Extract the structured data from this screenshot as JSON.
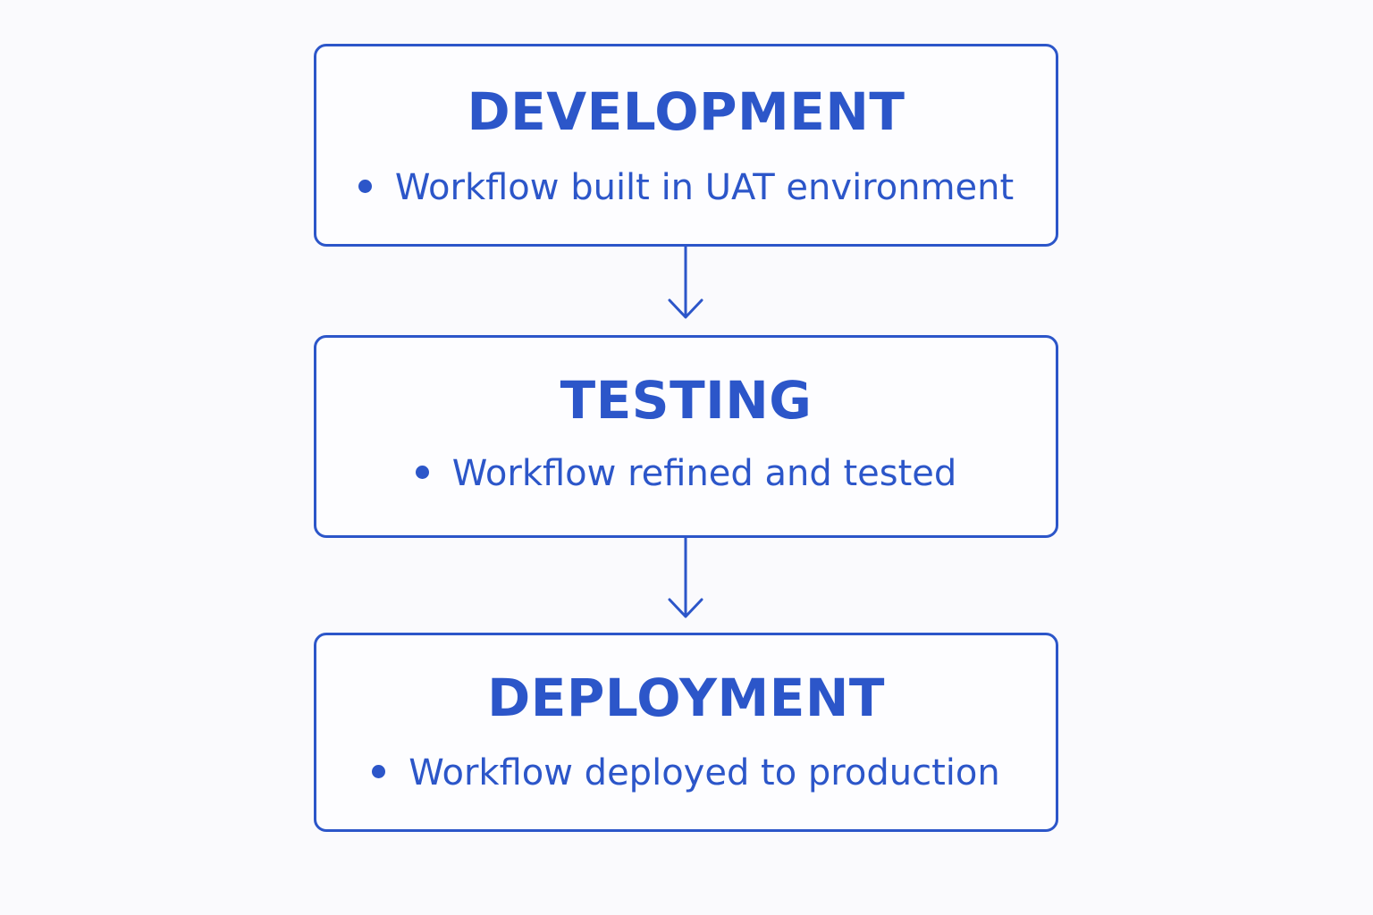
{
  "colors": {
    "accent": "#2c56c9",
    "background": "#fafafd"
  },
  "stages": [
    {
      "title": "DEVELOPMENT",
      "bullet": "Workflow built in UAT environment"
    },
    {
      "title": "TESTING",
      "bullet": "Workflow refined and tested"
    },
    {
      "title": "DEPLOYMENT",
      "bullet": "Workflow deployed to production"
    }
  ]
}
